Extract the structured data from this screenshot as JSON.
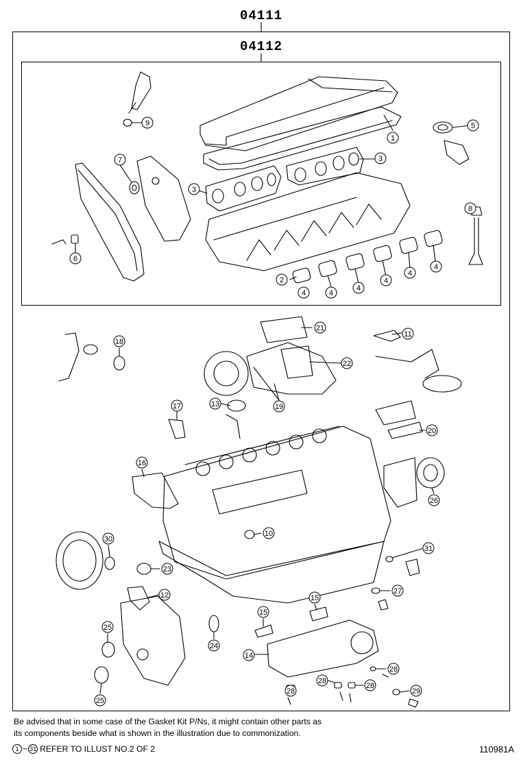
{
  "kits": {
    "full_kit": "04111",
    "head_kit": "04112"
  },
  "callouts": [
    {
      "id": "c1",
      "label": "1"
    },
    {
      "id": "c2",
      "label": "2"
    },
    {
      "id": "c3a",
      "label": "3"
    },
    {
      "id": "c3b",
      "label": "3"
    },
    {
      "id": "c4a",
      "label": "4"
    },
    {
      "id": "c4b",
      "label": "4"
    },
    {
      "id": "c4c",
      "label": "4"
    },
    {
      "id": "c4d",
      "label": "4"
    },
    {
      "id": "c4e",
      "label": "4"
    },
    {
      "id": "c4f",
      "label": "4"
    },
    {
      "id": "c5",
      "label": "5"
    },
    {
      "id": "c6",
      "label": "6"
    },
    {
      "id": "c7",
      "label": "7"
    },
    {
      "id": "c8",
      "label": "8"
    },
    {
      "id": "c9",
      "label": "9"
    },
    {
      "id": "c10",
      "label": "10"
    },
    {
      "id": "c11",
      "label": "11"
    },
    {
      "id": "c12",
      "label": "12"
    },
    {
      "id": "c13",
      "label": "13"
    },
    {
      "id": "c14",
      "label": "14"
    },
    {
      "id": "c15a",
      "label": "15"
    },
    {
      "id": "c15b",
      "label": "15"
    },
    {
      "id": "c16",
      "label": "16"
    },
    {
      "id": "c17",
      "label": "17"
    },
    {
      "id": "c18",
      "label": "18"
    },
    {
      "id": "c19",
      "label": "19"
    },
    {
      "id": "c20",
      "label": "20"
    },
    {
      "id": "c21",
      "label": "21"
    },
    {
      "id": "c22",
      "label": "22"
    },
    {
      "id": "c23",
      "label": "23"
    },
    {
      "id": "c24",
      "label": "24"
    },
    {
      "id": "c25a",
      "label": "25"
    },
    {
      "id": "c25b",
      "label": "25"
    },
    {
      "id": "c26",
      "label": "26"
    },
    {
      "id": "c27",
      "label": "27"
    },
    {
      "id": "c28a",
      "label": "28"
    },
    {
      "id": "c28b",
      "label": "28"
    },
    {
      "id": "c28c",
      "label": "28"
    },
    {
      "id": "c28d",
      "label": "28"
    },
    {
      "id": "c29",
      "label": "29"
    },
    {
      "id": "c30",
      "label": "30"
    },
    {
      "id": "c31",
      "label": "31"
    }
  ],
  "footer": {
    "note_line1": "Be advised that in some case of the Gasket Kit P/Ns,  it might contain other parts as",
    "note_line2": "its components beside what is shown in the illustration due to commonization.",
    "ref_from": "1",
    "ref_tilde": "~",
    "ref_to": "31",
    "ref_text": "REFER TO ILLUST NO.2 OF 2",
    "illustration_code": "110981A"
  }
}
